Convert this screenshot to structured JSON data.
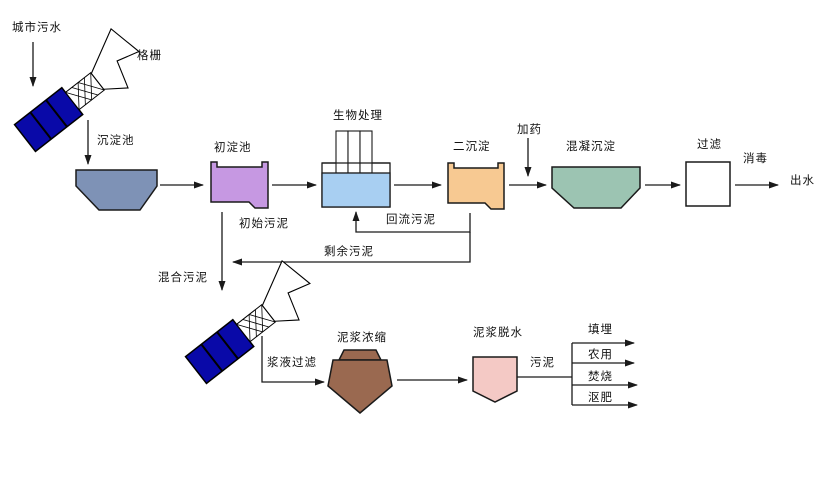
{
  "diagram": {
    "type": "process-flowchart",
    "labels": {
      "urban_sewage": "城市污水",
      "bar_screen": "格栅",
      "sedimentation_tank": "沉淀池",
      "primary_clarifier": "初淀池",
      "biological_treatment": "生物处理",
      "secondary_clarifier": "二沉淀",
      "dosing": "加药",
      "coagulation_sedimentation": "混凝沉淀",
      "filtration": "过滤",
      "disinfection": "消毒",
      "effluent": "出水",
      "initial_sludge": "初始污泥",
      "return_sludge": "回流污泥",
      "excess_sludge": "剩余污泥",
      "mixed_sludge": "混合污泥",
      "slurry_filtration": "浆液过滤",
      "sludge_thickening": "泥浆浓缩",
      "sludge_dewatering": "泥浆脱水",
      "sludge": "污泥",
      "disposal_landfill": "填埋",
      "disposal_agricultural": "农用",
      "disposal_incineration": "焚烧",
      "disposal_composting": "沤肥"
    },
    "colors": {
      "screen_body": "#0909A8",
      "sedimentation_tank": "#7E92B6",
      "primary_clarifier": "#C698E2",
      "aeration_water": "#A8CFF2",
      "secondary_clarifier": "#F7C992",
      "coagulation_tank": "#9CC4B2",
      "filter": "#FFFFFF",
      "thickener": "#9A6950",
      "dewatering": "#F4C9C5"
    }
  }
}
